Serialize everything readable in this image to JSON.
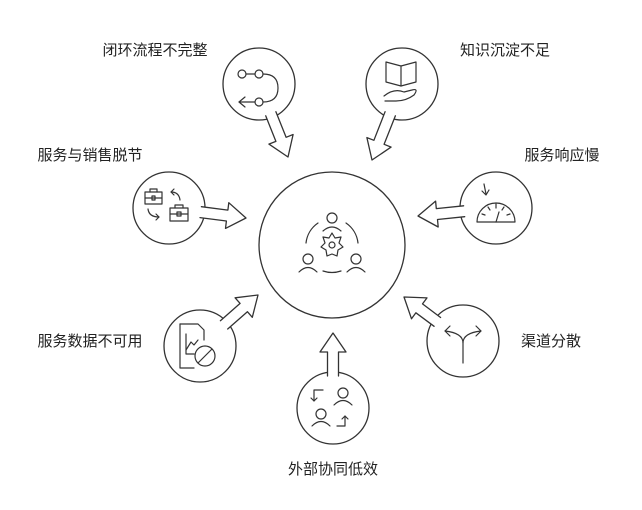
{
  "center": {
    "icon": "team-collaboration-gear-icon"
  },
  "nodes": [
    {
      "id": "closed-loop",
      "label": "闭环流程不完整",
      "icon": "process-loop-icon"
    },
    {
      "id": "knowledge",
      "label": "知识沉淀不足",
      "icon": "book-hand-icon"
    },
    {
      "id": "sales-service",
      "label": "服务与销售脱节",
      "icon": "briefcase-exchange-icon"
    },
    {
      "id": "response",
      "label": "服务响应慢",
      "icon": "gauge-icon"
    },
    {
      "id": "data",
      "label": "服务数据不可用",
      "icon": "data-unavailable-icon"
    },
    {
      "id": "channels",
      "label": "渠道分散",
      "icon": "split-arrows-icon"
    },
    {
      "id": "external",
      "label": "外部协同低效",
      "icon": "external-collaboration-icon"
    }
  ],
  "colors": {
    "stroke": "#333333",
    "text": "#222222",
    "background": "#ffffff"
  }
}
